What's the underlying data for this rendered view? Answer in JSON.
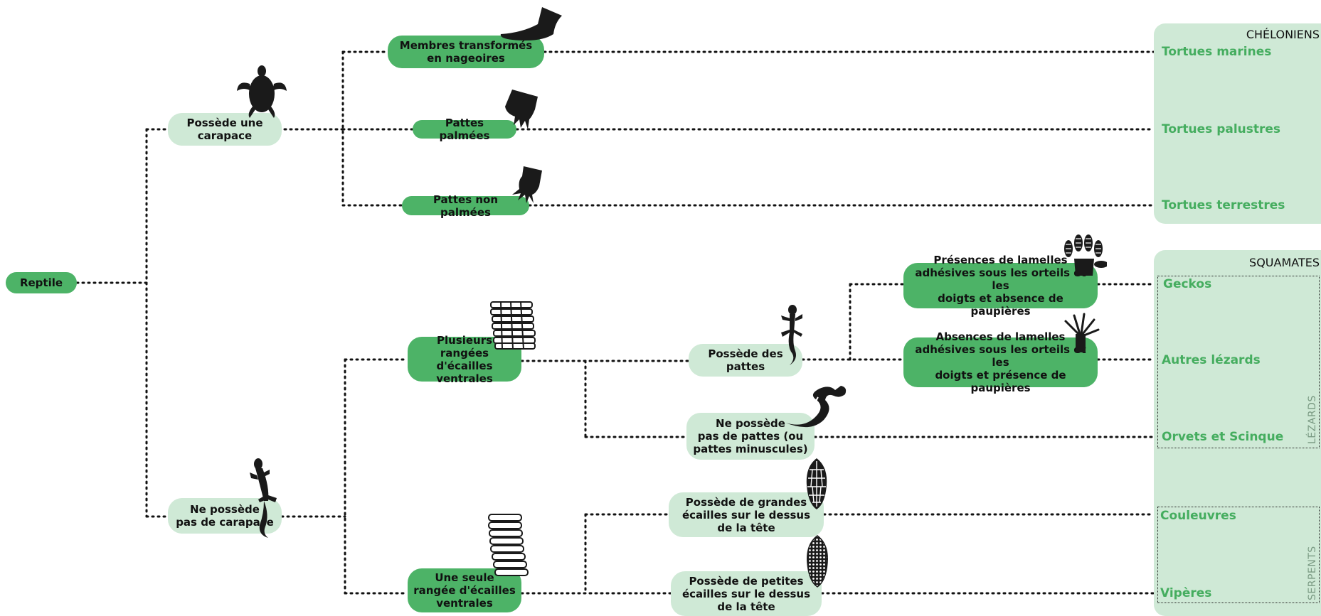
{
  "colors": {
    "dark_node": "#4db367",
    "light_node": "#cfe9d6",
    "leaf_text": "#45ad5f",
    "icon": "#1a1a1a"
  },
  "root": "Reptile",
  "nodes": {
    "carapace": "Possède une\ncarapace",
    "no_carapace": "Ne possède\npas de carapace",
    "flippers": "Membres transformés\nen nageoires",
    "webbed": "Pattes palmées",
    "not_webbed": "Pattes non palmées",
    "multi_rows": "Plusieurs\nrangées d'écailles\nventrales",
    "single_row": "Une seule\nrangée d'écailles\nventrales",
    "has_legs": "Possède des\npattes",
    "no_legs": "Ne possède\npas de pattes (ou\npattes minuscules)",
    "big_scales": "Possède de grandes\nécailles sur le dessus\nde la tête",
    "small_scales": "Possède de petites\nécailles sur le dessus\nde la tête",
    "lamellae_present": "Présences de lamelles\nadhésives sous les orteils et les\ndoigts et absence de paupières",
    "lamellae_absent": "Absences de lamelles\nadhésives sous les orteils et les\ndoigts et présence de paupières"
  },
  "panels": {
    "chelonians": {
      "title": "CHÉLONIENS",
      "leaves": [
        "Tortues marines",
        "Tortues palustres",
        "Tortues terrestres"
      ]
    },
    "squamates": {
      "title": "SQUAMATES",
      "leaves": [
        "Geckos",
        "Autres lézards",
        "Orvets et Scinque",
        "Couleuvres",
        "Vipères"
      ],
      "groups": [
        "LÉZARDS",
        "SERPENTS"
      ]
    }
  },
  "icons": [
    "turtle-icon",
    "flipper-icon",
    "webbed-foot-icon",
    "claw-foot-icon",
    "lizard-icon",
    "ventral-scales-multi-icon",
    "ventral-scales-single-icon",
    "small-lizard-icon",
    "snake-icon",
    "gecko-foot-icon",
    "lizard-foot-icon",
    "large-head-scales-icon",
    "small-head-scales-icon"
  ]
}
